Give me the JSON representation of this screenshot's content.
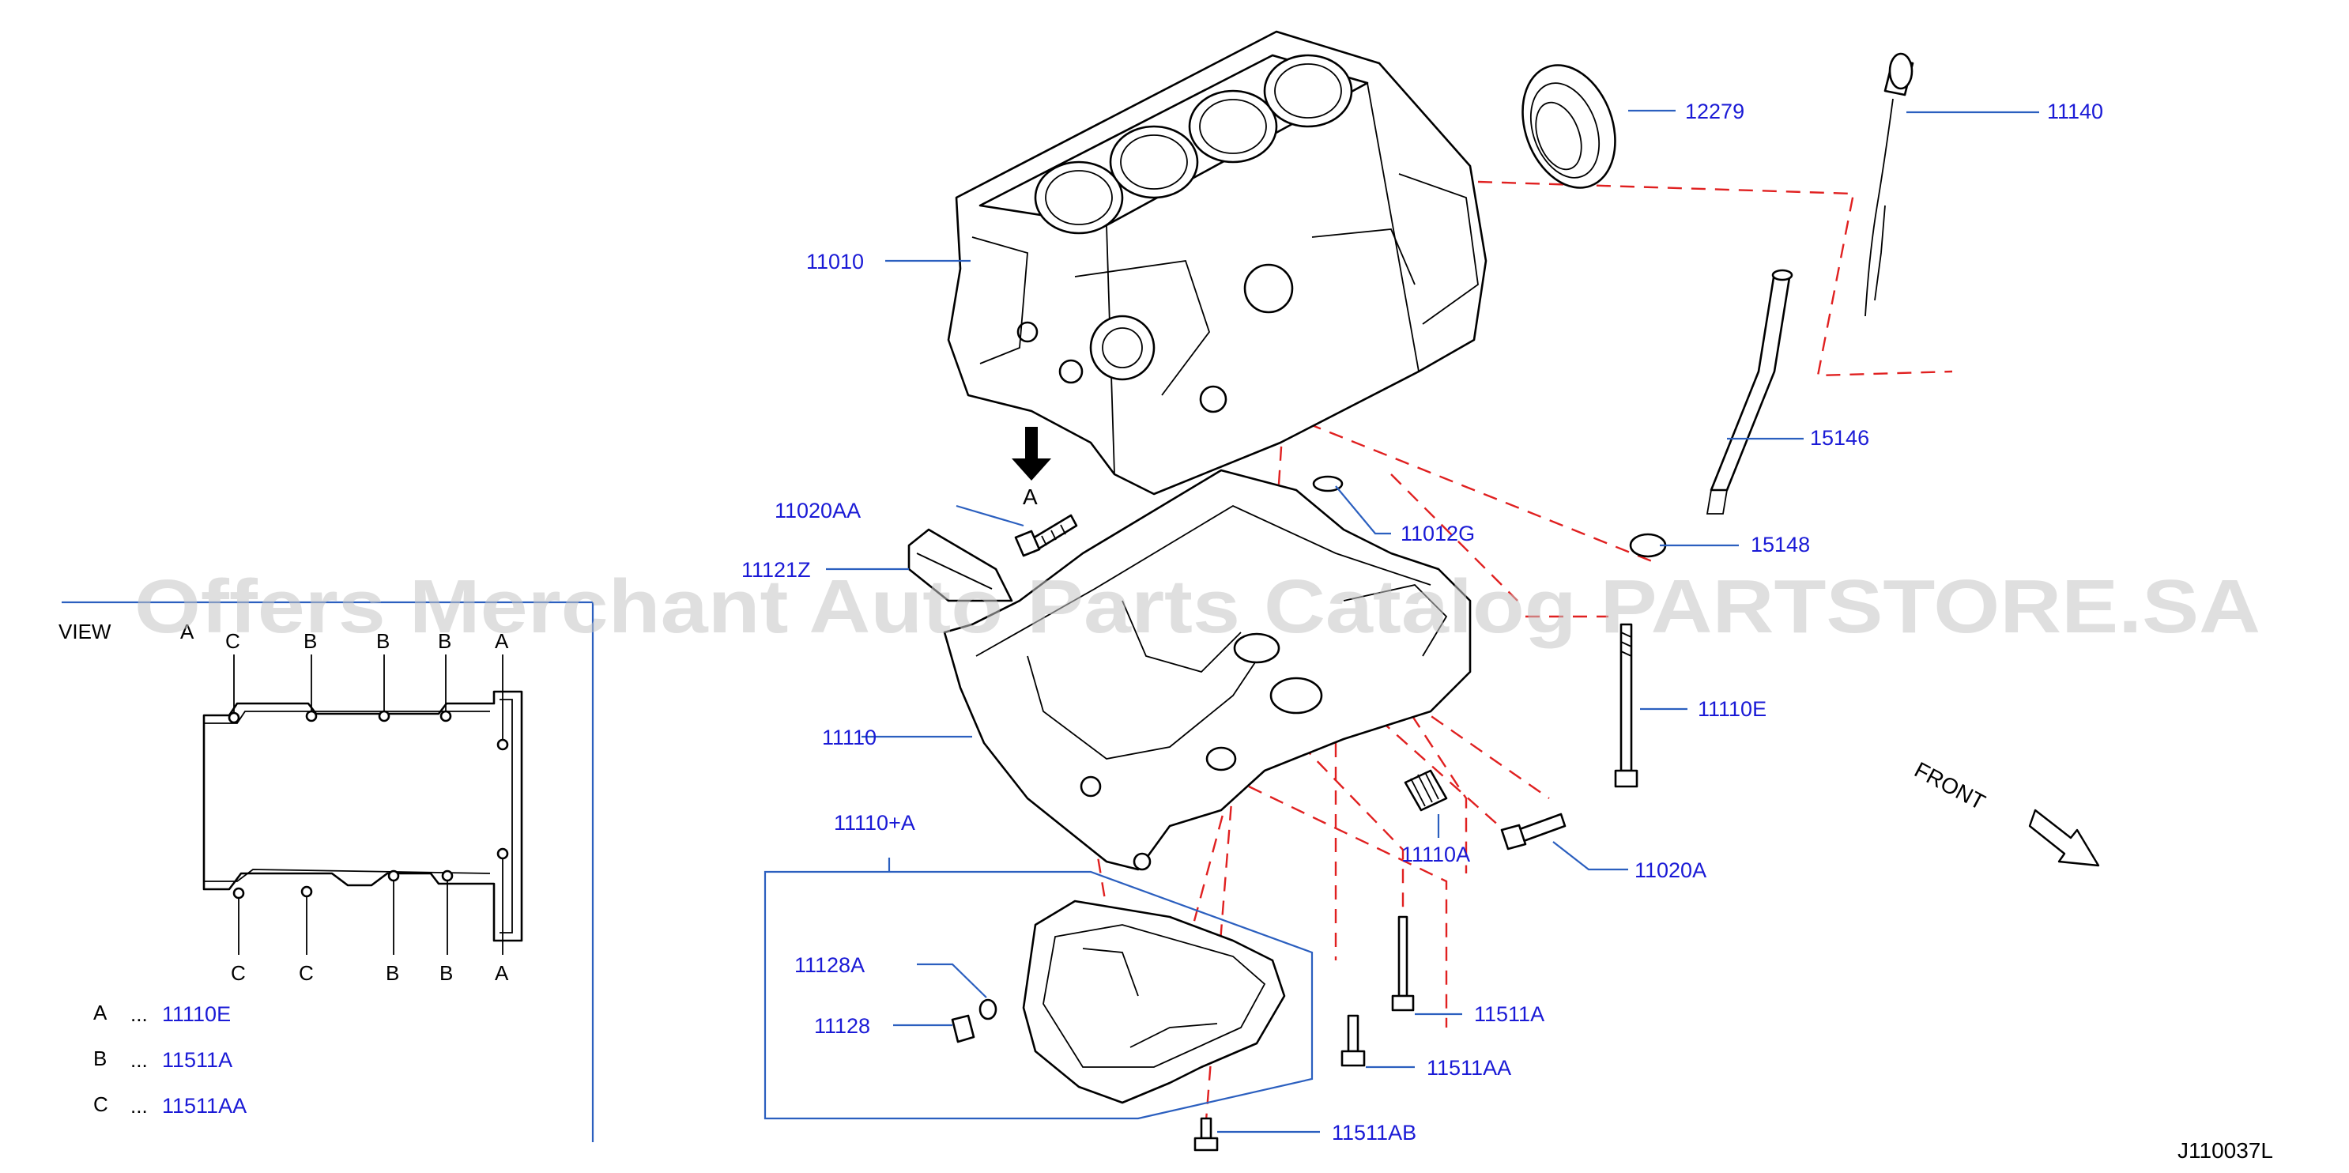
{
  "parts": [
    {
      "id": "p-11010",
      "label": "11010"
    },
    {
      "id": "p-12279",
      "label": "12279"
    },
    {
      "id": "p-11140",
      "label": "11140"
    },
    {
      "id": "p-15146",
      "label": "15146"
    },
    {
      "id": "p-15148",
      "label": "15148"
    },
    {
      "id": "p-11020AA",
      "label": "11020AA"
    },
    {
      "id": "p-11012G",
      "label": "11012G"
    },
    {
      "id": "p-11121Z",
      "label": "11121Z"
    },
    {
      "id": "p-11110E",
      "label": "11110E"
    },
    {
      "id": "p-11110",
      "label": "11110"
    },
    {
      "id": "p-11110A",
      "label": "11110A"
    },
    {
      "id": "p-11020A",
      "label": "11020A"
    },
    {
      "id": "p-11110plusA",
      "label": "11110+A"
    },
    {
      "id": "p-11128A",
      "label": "11128A"
    },
    {
      "id": "p-11128",
      "label": "11128"
    },
    {
      "id": "p-11511A",
      "label": "11511A"
    },
    {
      "id": "p-11511AA",
      "label": "11511AA"
    },
    {
      "id": "p-11511AB",
      "label": "11511AB"
    }
  ],
  "view": {
    "title": "VIEW",
    "letter": "A",
    "top_letters": [
      "C",
      "B",
      "B",
      "B",
      "A"
    ],
    "bottom_letters": [
      "C",
      "C",
      "B",
      "B",
      "A"
    ]
  },
  "legend": [
    {
      "key": "A",
      "dots": "...",
      "value": "11110E"
    },
    {
      "key": "B",
      "dots": "...",
      "value": "11511A"
    },
    {
      "key": "C",
      "dots": "...",
      "value": "11511AA"
    }
  ],
  "arrow_label": "A",
  "front_label": "FRONT",
  "diagram_code": "J110037L",
  "watermark": "Offers Merchant Auto Parts Catalog PARTSTORE.SA",
  "colors": {
    "label": "#1a1ad6",
    "leader": "#2b5fbf",
    "dashed": "#e02020",
    "watermark": "#c4c4c4"
  }
}
